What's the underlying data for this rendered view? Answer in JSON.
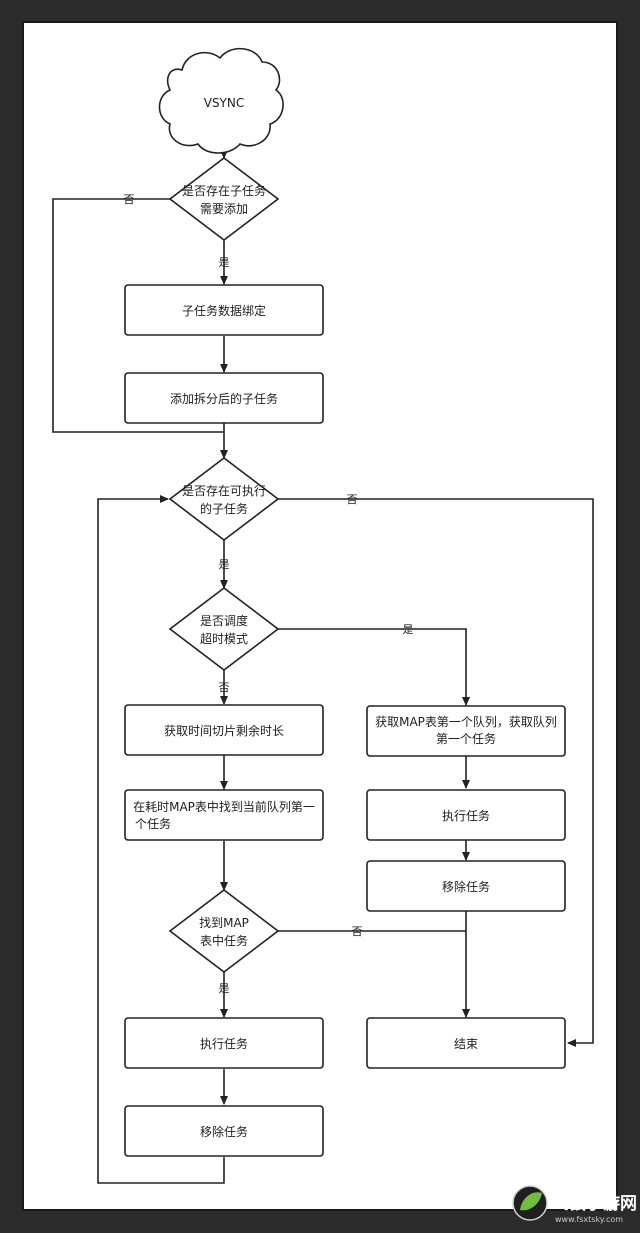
{
  "start": {
    "label": "VSYNC"
  },
  "decisions": {
    "has_subtask_to_add": {
      "line1": "是否存在子任务",
      "line2": "需要添加"
    },
    "has_executable_subtask": {
      "line1": "是否存在可执行",
      "line2": "的子任务"
    },
    "schedule_timeout_mode": {
      "line1": "是否调度",
      "line2": "超时模式"
    },
    "found_in_map": {
      "line1": "找到MAP",
      "line2": "表中任务"
    }
  },
  "processes": {
    "bind_subtask_data": "子任务数据绑定",
    "add_split_subtasks": "添加拆分后的子任务",
    "get_slice_remaining": "获取时间切片剩余时长",
    "find_in_time_map": {
      "line1": "在耗时MAP表中找到当前队列第一",
      "line2": "个任务"
    },
    "execute_task_left": "执行任务",
    "remove_task_left": "移除任务",
    "get_map_first_queue": {
      "line1": "获取MAP表第一个队列，获取队列",
      "line2": "第一个任务"
    },
    "execute_task_right": "执行任务",
    "remove_task_right": "移除任务",
    "end": "结束"
  },
  "edge_labels": {
    "yes": "是",
    "no": "否"
  },
  "watermark": {
    "brand": "飞鼠手游网",
    "url": "www.fsxtsky.com"
  }
}
